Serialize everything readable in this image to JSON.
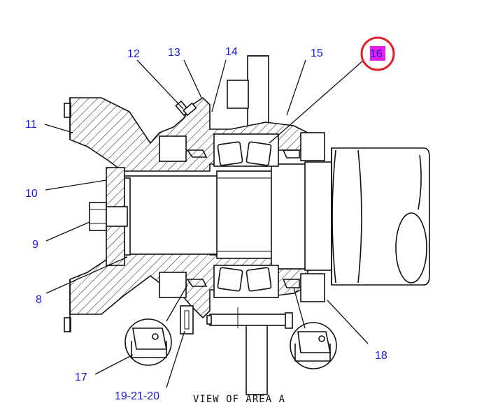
{
  "callouts": {
    "c12": "12",
    "c13": "13",
    "c14": "14",
    "c15": "15",
    "c16": "16",
    "c11": "11",
    "c10": "10",
    "c9": "9",
    "c8": "8",
    "c17": "17",
    "c19_21_20": "19-21-20",
    "c18": "18"
  },
  "caption": "VIEW OF AREA A",
  "highlight": {
    "item": "16",
    "ring_color": "#e0202a",
    "fill_color": "#e61ee6"
  },
  "colors": {
    "callout_text": "#1a1ad6",
    "lines": "#111111"
  }
}
